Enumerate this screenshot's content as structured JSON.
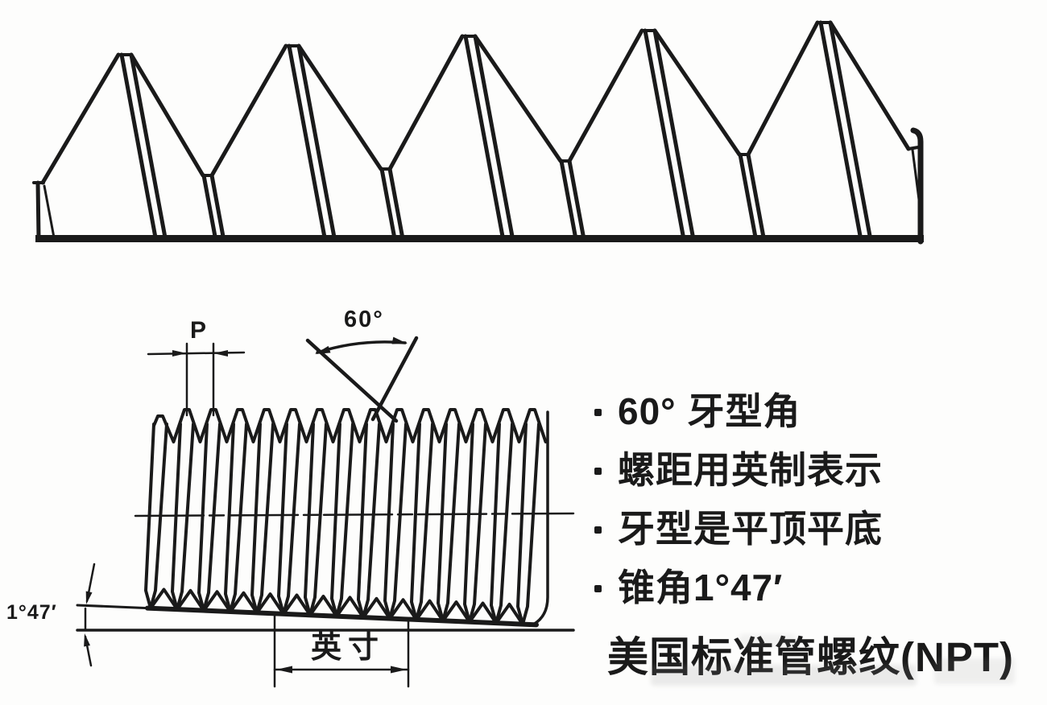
{
  "colors": {
    "ink": "#1a1a1a",
    "paper": "#fdfdfc"
  },
  "dimensions": {
    "pitch_label": "P",
    "thread_angle_label": "60°",
    "taper_angle_label": "1°47′",
    "length_label": "英寸"
  },
  "annotations": {
    "bullets": [
      "60° 牙型角",
      "螺距用英制表示",
      "牙型是平顶平底",
      "锥角1°47′"
    ],
    "title": "美国标准管螺纹(NPT)"
  }
}
